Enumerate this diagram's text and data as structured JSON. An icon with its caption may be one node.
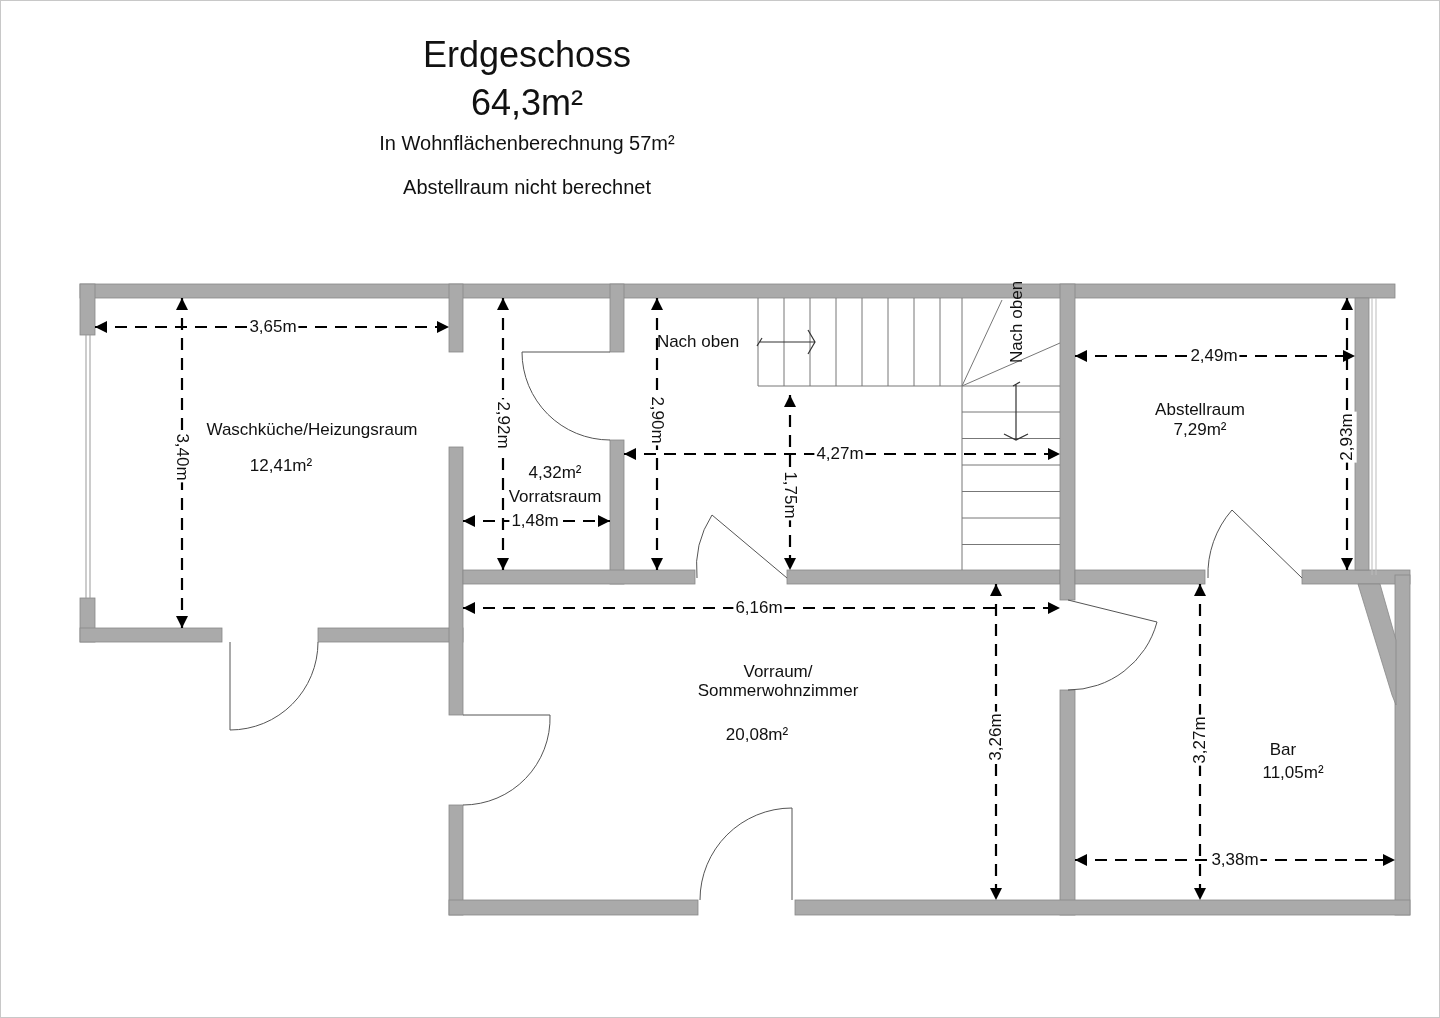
{
  "diagram": {
    "title": "Erdgeschoss",
    "labels": [
      "64,3m²",
      "In Wohnflächenberechnung 57m²",
      "Abstellraum nicht berechnet",
      "3,65m",
      "Nach oben",
      "Nach oben",
      "2,49m",
      "2,92m",
      "2,90m",
      "Waschküche/Heizungsraum",
      "Abstellraum",
      "7,29m²",
      "4,32m²",
      "4,27m",
      "1,75m",
      "3,40m",
      "2,93m",
      "12,41m²",
      "Vorratsraum",
      "1,48m",
      "6,16m",
      "Vorraum/ Sommerwohnzimmer",
      "20,08m²",
      "Bar",
      "3,26m",
      "3,27m",
      "11,05m²",
      "3,38m"
    ]
  }
}
